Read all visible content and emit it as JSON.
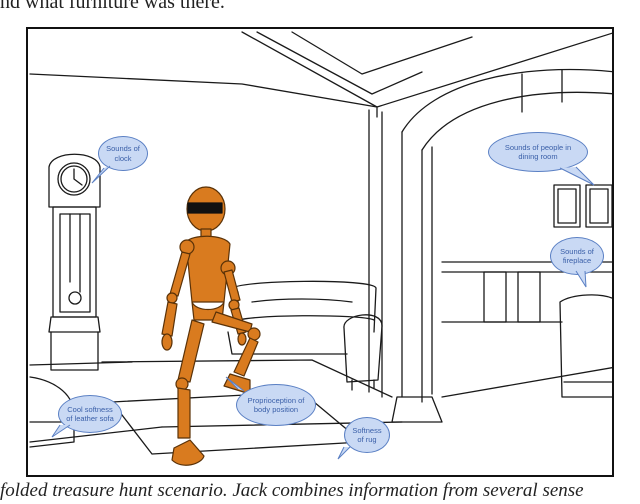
{
  "page": {
    "top_text": "nd what furniture was there.",
    "caption": "folded treasure hunt scenario. Jack combines information from several sense"
  },
  "figure": {
    "bubbles": {
      "clock": "Sounds of clock",
      "dining": "Sounds of people in dining room",
      "fireplace": "Sounds of fireplace",
      "sofa": "Cool softness of leather sofa",
      "proprioception": "Proprioception of body position",
      "rug": "Softness of rug"
    },
    "colors": {
      "bubble_fill": "#c9d9f4",
      "bubble_border": "#5b80c4",
      "bubble_text": "#3a5fa8",
      "figure_orange": "#d97b1f",
      "figure_outline": "#5a3208"
    }
  }
}
